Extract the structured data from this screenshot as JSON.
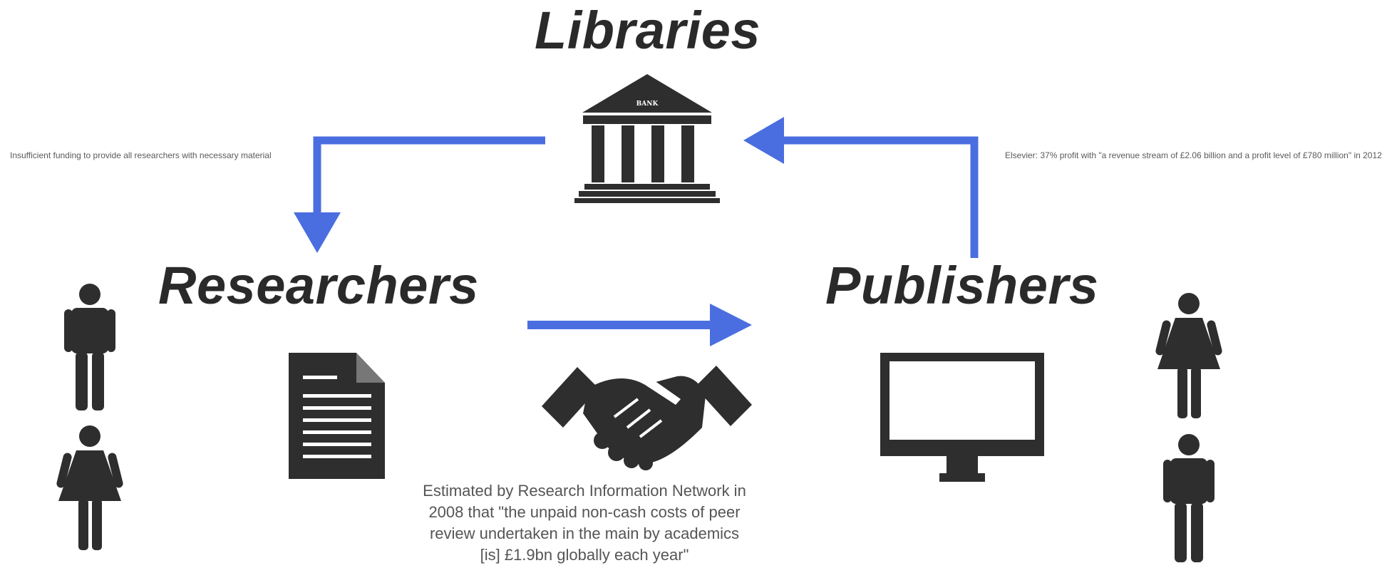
{
  "nodes": {
    "libraries": "Libraries",
    "researchers": "Researchers",
    "publishers": "Publishers"
  },
  "icons": {
    "bank_sign": "BANK",
    "bank_icon": "bank-icon",
    "document_icon": "document-icon",
    "handshake_icon": "handshake-icon",
    "monitor_icon": "monitor-icon",
    "person_icons": [
      "man-icon",
      "woman-icon"
    ]
  },
  "notes": {
    "left": "Insufficient funding to provide all researchers with necessary material",
    "right": "Elsevier: 37% profit with \"a revenue stream of £2.06 billion and a profit level of £780 million\" in 2012",
    "peer_review": "Estimated by Research Information Network in 2008 that \"the unpaid non-cash costs of peer review undertaken in the main by academics [is] £1.9bn globally each year\""
  },
  "colors": {
    "arrow": "#4a6ee0",
    "icon": "#2e2e2e",
    "title": "#2a2a2a"
  }
}
